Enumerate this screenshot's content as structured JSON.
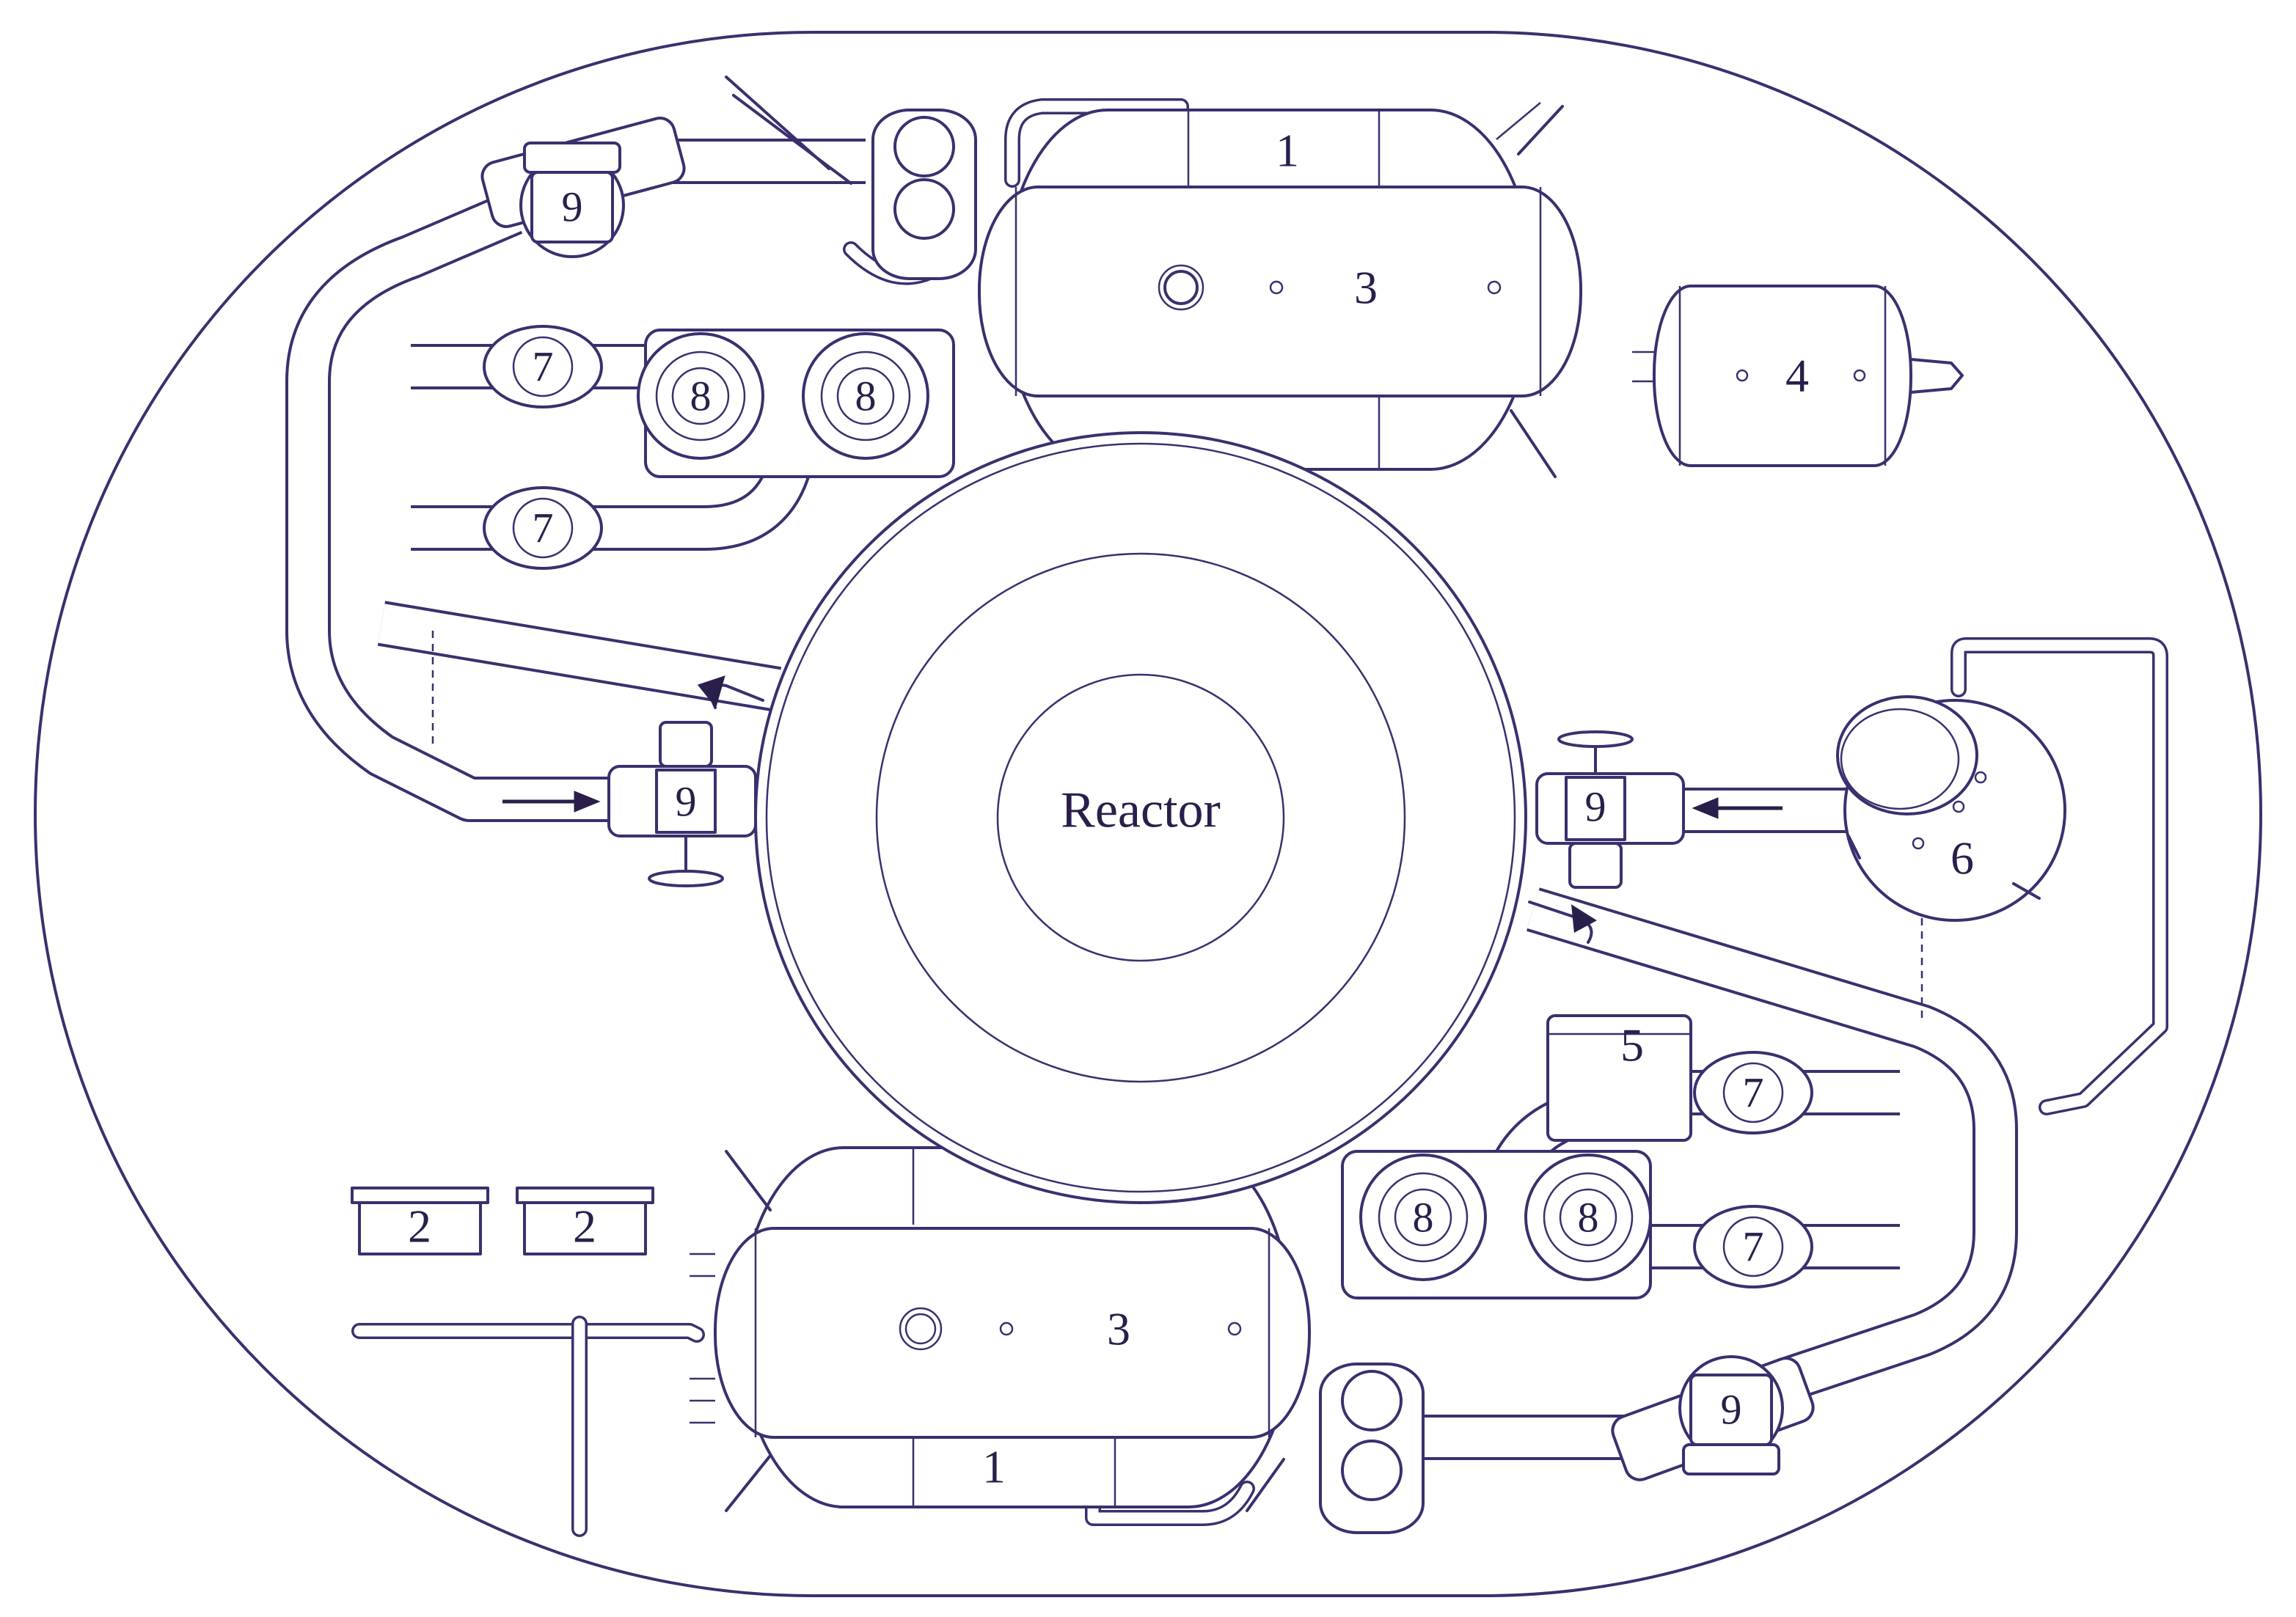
{
  "diagram": {
    "reactor_label": "Reactor",
    "labels": {
      "steam_generator": "1",
      "steam_generator_2": "1",
      "tank_small_a": "2",
      "tank_small_b": "2",
      "vessel_top": "3",
      "vessel_bottom": "3",
      "tank_4": "4",
      "tank_5": "5",
      "pressurizer": "6",
      "pump_7_a": "7",
      "pump_7_b": "7",
      "pump_7_c": "7",
      "pump_7_d": "7",
      "pump_8_a": "8",
      "pump_8_b": "8",
      "pump_8_c": "8",
      "pump_8_d": "8",
      "valve_9_a": "9",
      "valve_9_b": "9",
      "valve_9_c": "9",
      "valve_9_d": "9"
    },
    "colors": {
      "line": "#3c2f6e",
      "text": "#2a1f4a",
      "background": "#ffffff"
    }
  }
}
